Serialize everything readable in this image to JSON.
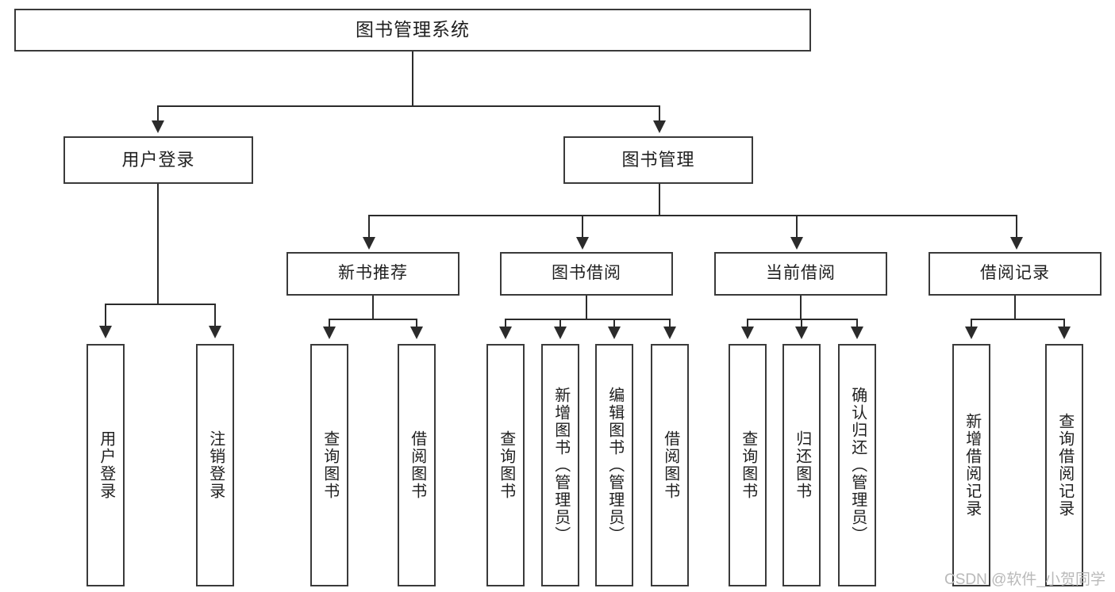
{
  "diagram": {
    "type": "tree-hierarchy",
    "title": "图书管理系统",
    "orientation": "top-down",
    "levels": 4,
    "colors": {
      "box_border": "#3a3a3a",
      "box_fill": "#ffffff",
      "connector": "#2b2b2b",
      "text": "#1f1f1f",
      "watermark": "#b9b9b9",
      "page_background": "#ffffff"
    }
  },
  "root": {
    "label": "图书管理系统"
  },
  "level1": [
    {
      "label": "用户登录"
    },
    {
      "label": "图书管理"
    }
  ],
  "level2": [
    {
      "label": "新书推荐",
      "parent": "图书管理"
    },
    {
      "label": "图书借阅",
      "parent": "图书管理"
    },
    {
      "label": "当前借阅",
      "parent": "图书管理"
    },
    {
      "label": "借阅记录",
      "parent": "图书管理"
    }
  ],
  "leaves": {
    "user_login": [
      {
        "label": "用户登录"
      },
      {
        "label": "注销登录"
      }
    ],
    "new_book_recommend": [
      {
        "label": "查询图书"
      },
      {
        "label": "借阅图书"
      }
    ],
    "book_borrow": [
      {
        "label": "查询图书"
      },
      {
        "label": "新增图书（管理员）"
      },
      {
        "label": "编辑图书（管理员）"
      },
      {
        "label": "借阅图书"
      }
    ],
    "current_borrow": [
      {
        "label": "查询图书"
      },
      {
        "label": "归还图书"
      },
      {
        "label": "确认归还（管理员）"
      }
    ],
    "borrow_record": [
      {
        "label": "新增借阅记录"
      },
      {
        "label": "查询借阅记录"
      }
    ]
  },
  "watermark": {
    "text": "CSDN @软件_小贺同学"
  }
}
